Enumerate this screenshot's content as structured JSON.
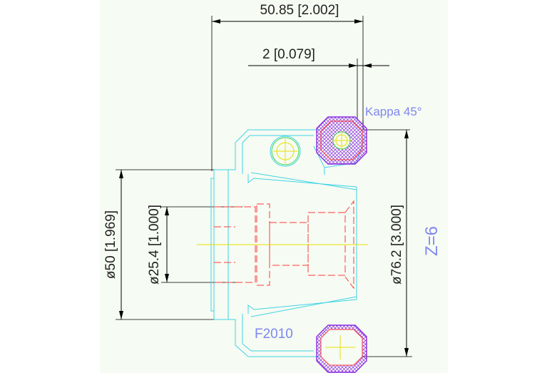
{
  "dimensions": {
    "overall_length": "50.85 [2.002]",
    "offset": "2 [0.079]",
    "bore_diameter": "ø50 [1.969]",
    "shank_diameter": "ø25.4 [1.000]",
    "cutting_diameter": "ø76.2 [3.000]"
  },
  "annotations": {
    "kappa": "Kappa 45°",
    "teeth": "Z=6",
    "part_number": "F2010"
  },
  "colors": {
    "outline": "#3fd3e6",
    "hidden": "#ff3b3b",
    "centerline": "#e8e000",
    "insert": "#8a2be2",
    "annotation": "#7f86f0",
    "dimension": "#000000"
  }
}
